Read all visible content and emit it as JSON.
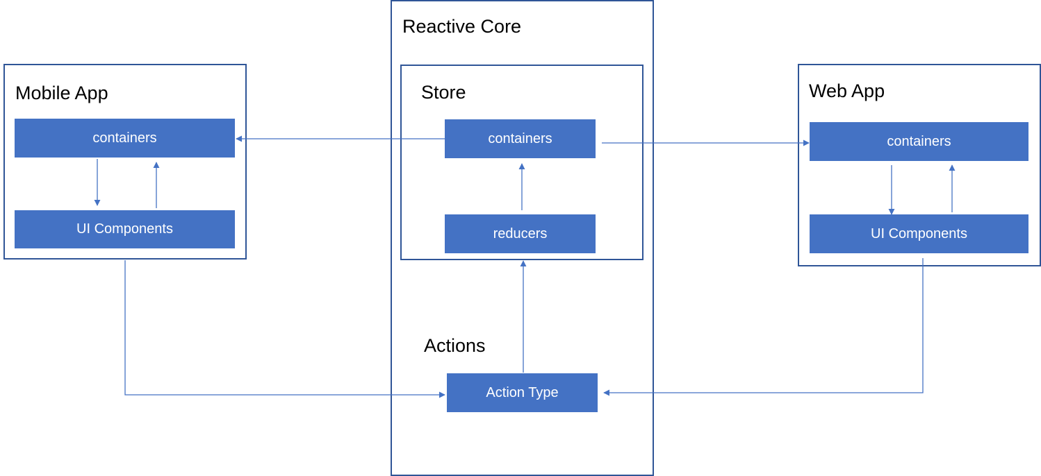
{
  "reactive_core": {
    "title": "Reactive Core",
    "store": {
      "title": "Store",
      "containers": "containers",
      "reducers": "reducers"
    },
    "actions": {
      "title": "Actions",
      "action_type": "Action Type"
    }
  },
  "mobile_app": {
    "title": "Mobile App",
    "containers": "containers",
    "ui_components": "UI Components"
  },
  "web_app": {
    "title": "Web App",
    "containers": "containers",
    "ui_components": "UI Components"
  },
  "colors": {
    "block_fill": "#4472c4",
    "frame_border": "#2f5597",
    "connector": "#4472c4",
    "block_text": "#ffffff"
  }
}
